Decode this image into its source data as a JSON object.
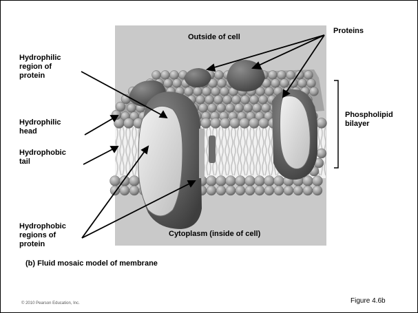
{
  "labels": {
    "outside": "Outside of cell",
    "proteins": "Proteins",
    "hydrophilic_region": "Hydrophilic\nregion of\nprotein",
    "hydrophilic_head": "Hydrophilic\nhead",
    "hydrophobic_tail": "Hydrophobic\ntail",
    "hydrophobic_regions": "Hydrophobic\nregions of\nprotein",
    "phospholipid_bilayer": "Phospholipid\nbilayer",
    "cytoplasm": "Cytoplasm (inside of cell)"
  },
  "caption": "(b) Fluid mosaic model of membrane",
  "copyright": "© 2010 Pearson Education, Inc.",
  "figure_number": "Figure 4.6b",
  "colors": {
    "panel": "#c9c9c9",
    "head_fill": "#9a9a9a",
    "protein_dark": "#5c5c5c",
    "protein_light": "#e2e2e2"
  }
}
